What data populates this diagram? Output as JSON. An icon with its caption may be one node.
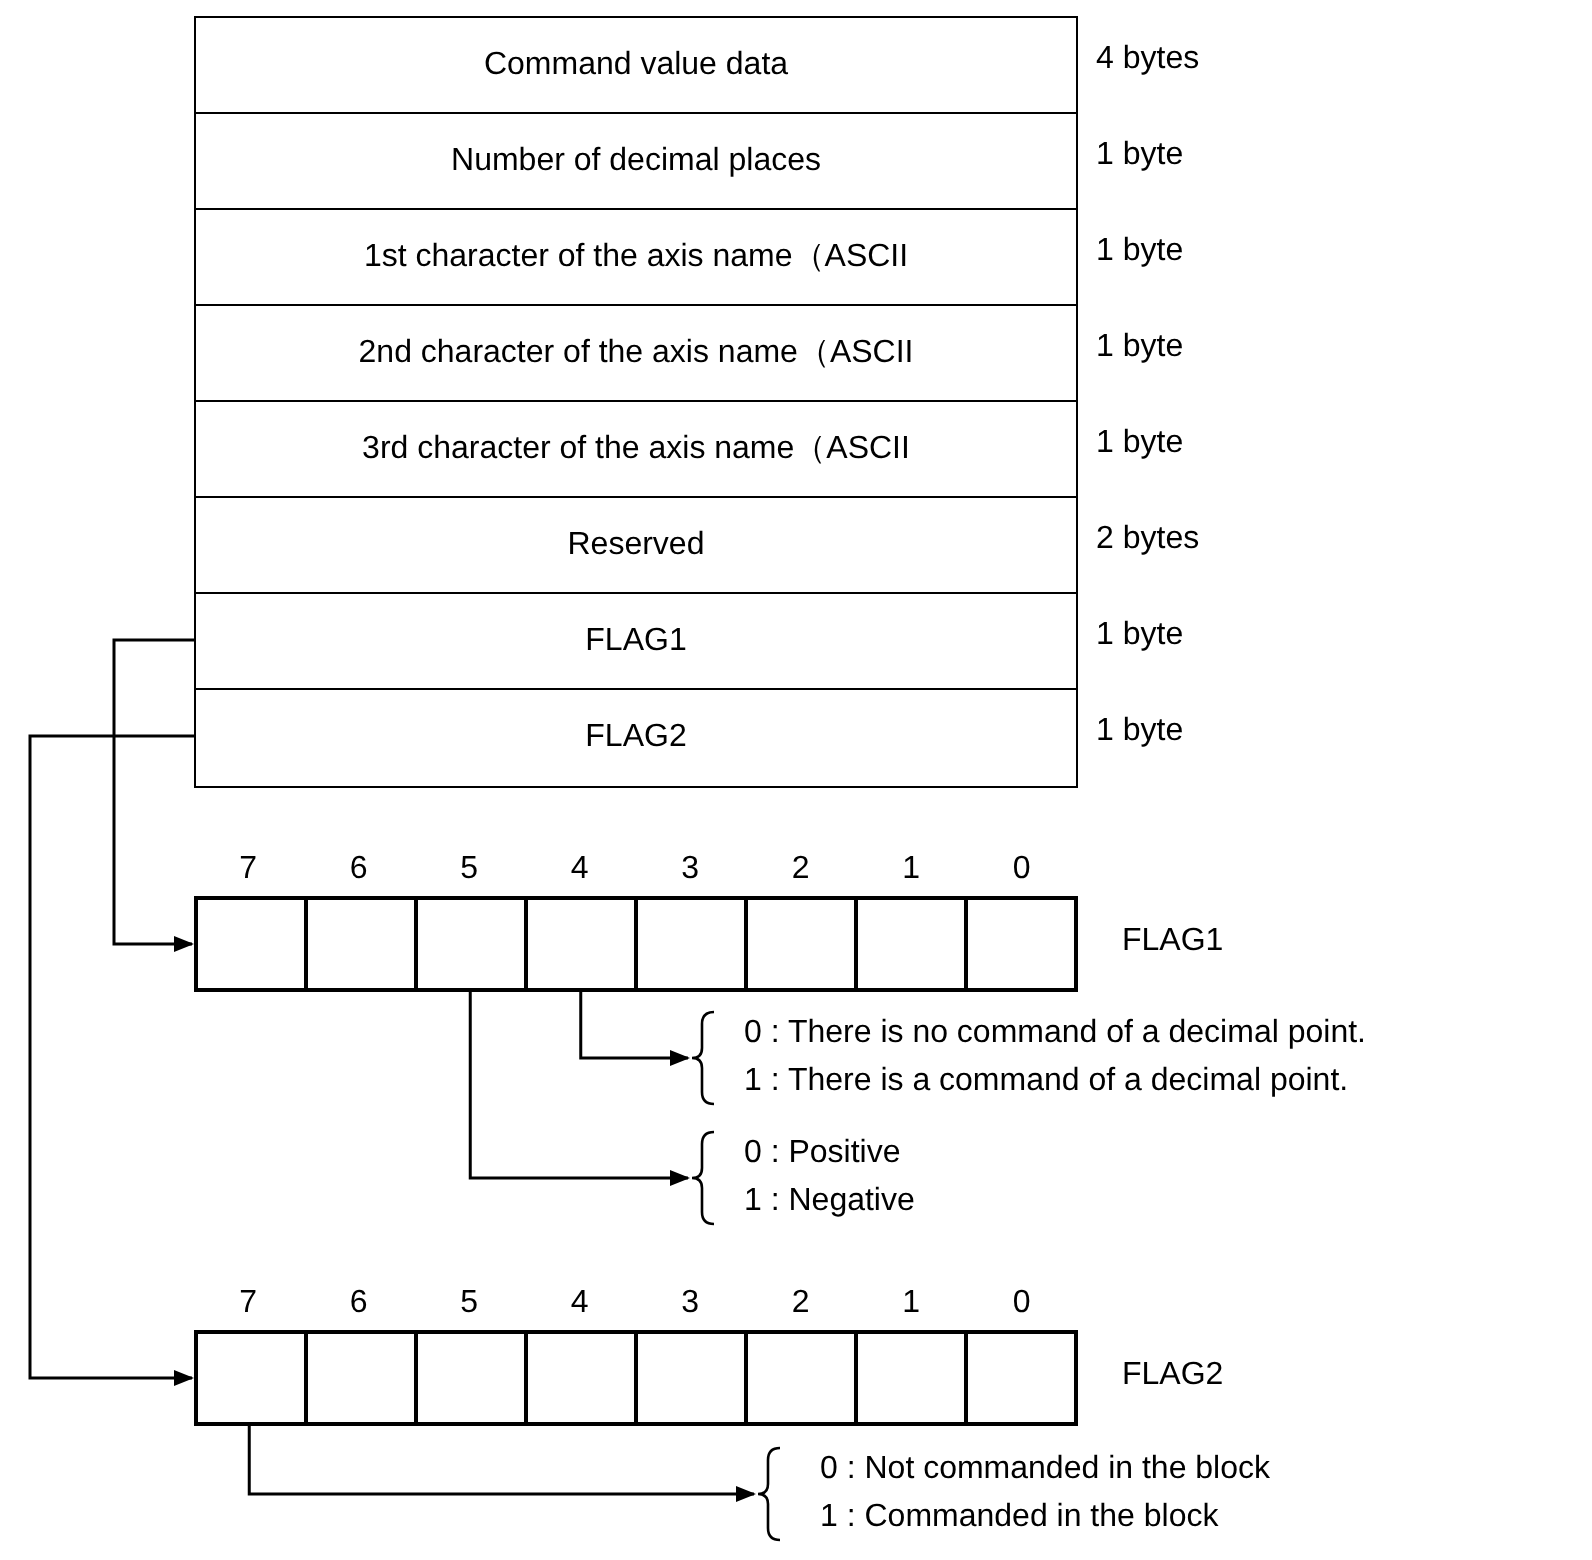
{
  "diagram": {
    "nodes": [
      {
        "text": [
          "Command value data"
        ],
        "beside": [
          "4 bytes"
        ]
      },
      {
        "text": [
          "Number of decimal places"
        ],
        "beside": [
          "1 byte"
        ]
      },
      {
        "text": [
          "1st character of the axis name（ASCII"
        ],
        "beside": [
          "1 byte"
        ]
      },
      {
        "text": [
          "2nd character of the axis name（ASCII"
        ],
        "beside": [
          "1 byte"
        ]
      },
      {
        "text": [
          "3rd character of the axis name（ASCII"
        ],
        "beside": [
          "1 byte"
        ]
      },
      {
        "text": [
          "Reserved"
        ],
        "beside": [
          "2 bytes"
        ]
      },
      {
        "text": [
          "FLAG1"
        ],
        "beside": [
          "1 byte"
        ]
      },
      {
        "text": [
          "FLAG2"
        ],
        "beside": [
          "1 byte"
        ]
      },
      {
        "text": [],
        "shape": "box",
        "beside": [
          "FLAG1"
        ]
      },
      {
        "text": [],
        "shape": "box",
        "in": 8,
        "beside": [
          "7"
        ]
      },
      {
        "text": [],
        "shape": "box",
        "in": 8,
        "beside": [
          "6"
        ]
      },
      {
        "text": [],
        "shape": "box",
        "in": 8,
        "beside": [
          "5"
        ]
      },
      {
        "text": [],
        "shape": "box",
        "in": 8,
        "beside": [
          "4"
        ]
      },
      {
        "text": [],
        "shape": "box",
        "in": 8,
        "beside": [
          "3"
        ]
      },
      {
        "text": [],
        "shape": "box",
        "in": 8,
        "beside": [
          "2"
        ]
      },
      {
        "text": [],
        "shape": "box",
        "in": 8,
        "beside": [
          "1"
        ]
      },
      {
        "text": [],
        "shape": "box",
        "in": 8,
        "beside": [
          "0"
        ]
      },
      {
        "text": [
          "0 : There is no command of a decimal point.",
          "1 : There is a command of a decimal point."
        ]
      },
      {
        "text": [
          "0 : Positive",
          "1 : Negative"
        ]
      },
      {
        "text": [],
        "shape": "box",
        "beside": [
          "FLAG2"
        ]
      },
      {
        "text": [],
        "shape": "box",
        "in": 19,
        "beside": [
          "7"
        ]
      },
      {
        "text": [],
        "shape": "box",
        "in": 19,
        "beside": [
          "6"
        ]
      },
      {
        "text": [],
        "shape": "box",
        "in": 19,
        "beside": [
          "5"
        ]
      },
      {
        "text": [],
        "shape": "box",
        "in": 19,
        "beside": [
          "4"
        ]
      },
      {
        "text": [],
        "shape": "box",
        "in": 19,
        "beside": [
          "3"
        ]
      },
      {
        "text": [],
        "shape": "box",
        "in": 19,
        "beside": [
          "2"
        ]
      },
      {
        "text": [],
        "shape": "box",
        "in": 19,
        "beside": [
          "1"
        ]
      },
      {
        "text": [],
        "shape": "box",
        "in": 19,
        "beside": [
          "0"
        ]
      },
      {
        "text": [
          "0 : Not commanded in the block",
          "1 : Commanded in the block"
        ]
      }
    ],
    "edges": [
      {
        "from": 6,
        "to": 8,
        "arrow": "to"
      },
      {
        "from": 12,
        "to": 17,
        "arrow": "to"
      },
      {
        "from": 11,
        "to": 18,
        "arrow": "to"
      },
      {
        "from": 7,
        "to": 19,
        "arrow": "to"
      },
      {
        "from": 20,
        "to": 28,
        "arrow": "to"
      }
    ]
  }
}
